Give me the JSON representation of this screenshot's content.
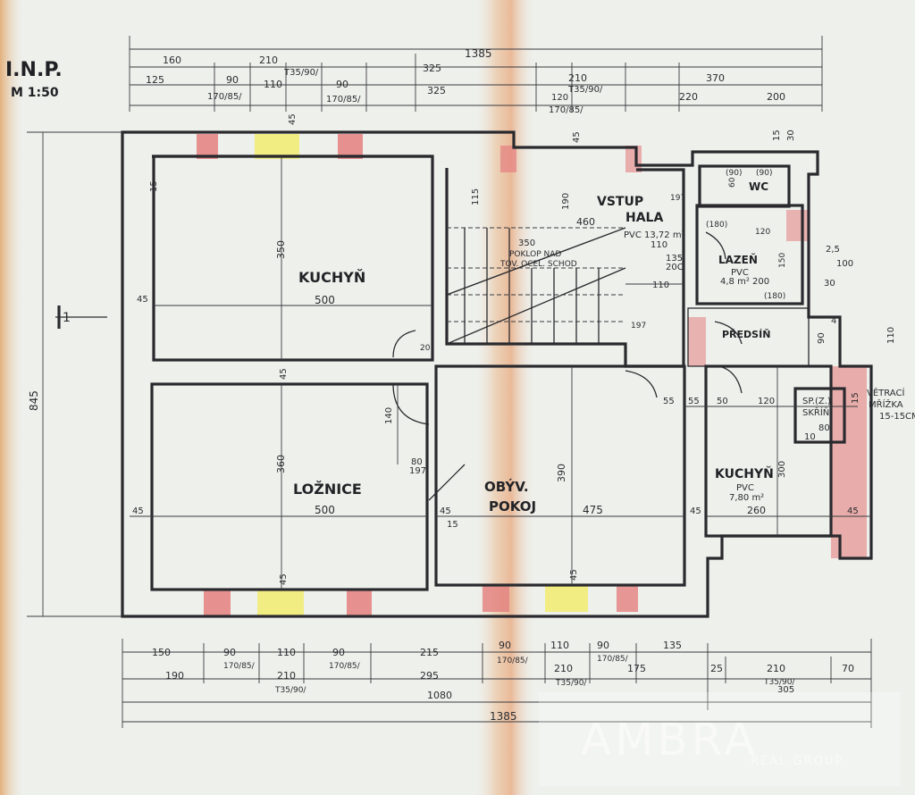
{
  "colors": {
    "paper": "#eef0ec",
    "ink": "#2a2a2e",
    "fold_stain": "#e8a274",
    "brick": "#e48080",
    "window_yellow": "#f2ec78",
    "watermark": "#ffffff"
  },
  "plan": {
    "floor": "I.N.P.",
    "scale": "M 1:50",
    "section_mark": "1"
  },
  "rooms": {
    "kuchyn1": {
      "name": "KUCHYŇ",
      "length": "500",
      "depth": "350"
    },
    "loznice": {
      "name": "LOŽNICE",
      "length": "500",
      "depth": "360"
    },
    "obyv_line1": "OBÝV.",
    "obyv_line2": "POKOJ",
    "obyv_length": "475",
    "obyv_depth": "390",
    "vstup_line1": "VSTUP",
    "vstup_line2": "HALA",
    "vstup_size": "460",
    "vstup_area": "PVC 13,72 m²",
    "lazen": {
      "name": "LAZEŇ",
      "floor": "PVC",
      "area": "4,8 m²",
      "size": "200"
    },
    "wc": {
      "name": "WC"
    },
    "predsin": {
      "name": "PŘEDSÍŇ"
    },
    "kuchyn2": {
      "name": "KUCHYŇ",
      "floor": "PVC",
      "area": "7,80 m²",
      "length": "260",
      "depth": "300"
    },
    "skrin_line1": "SP.(Z.)",
    "skrin_line2": "SKŘÍŇ",
    "stair_note_line1": "350",
    "stair_note_line2": "POKLOP NAD",
    "stair_note_line3": "TOV. OCEL. SCHOD",
    "vetraci_line1": "VĚTRACÍ",
    "vetraci_line2": "MŘÍŽKA",
    "vetraci_line3": "15-15CM"
  },
  "dimensions": {
    "top_total": "1385",
    "top_row1": [
      "160",
      "210",
      "T35/90/",
      "325",
      "210",
      "370"
    ],
    "top_row2": [
      "125",
      "90",
      "170/85/",
      "110",
      "90",
      "170/85/",
      "325",
      "120",
      "T35/90/",
      "170/85/",
      "220",
      "200"
    ],
    "bottom_row1": [
      "150",
      "90",
      "170/85/",
      "110",
      "90",
      "170/85/",
      "215",
      "90",
      "170/85/",
      "110",
      "90",
      "170/85/",
      "135"
    ],
    "bottom_row2": [
      "190",
      "210",
      "T35/90/",
      "295",
      "210",
      "T35/90/",
      "175",
      "25",
      "210",
      "T35/90/",
      "70"
    ],
    "bottom_row3": [
      "1080",
      "305"
    ],
    "bottom_total": "1385",
    "left_height": "845",
    "misc": [
      "45",
      "45",
      "45",
      "45",
      "45",
      "45",
      "45",
      "45",
      "45",
      "45",
      "15",
      "15",
      "140",
      "80",
      "197",
      "115",
      "190",
      "110",
      "110",
      "135",
      "20C",
      "55",
      "55",
      "50",
      "120",
      "80",
      "10",
      "15",
      "2,5",
      "100",
      "30",
      "110",
      "4",
      "90",
      "30",
      "15",
      "(90)",
      "(90)",
      "60",
      "197",
      "(180)",
      "120",
      "150",
      "(180)",
      "197",
      "20"
    ]
  },
  "watermark": {
    "brand": "AMBRA",
    "tagline": "REAL GROUP"
  }
}
